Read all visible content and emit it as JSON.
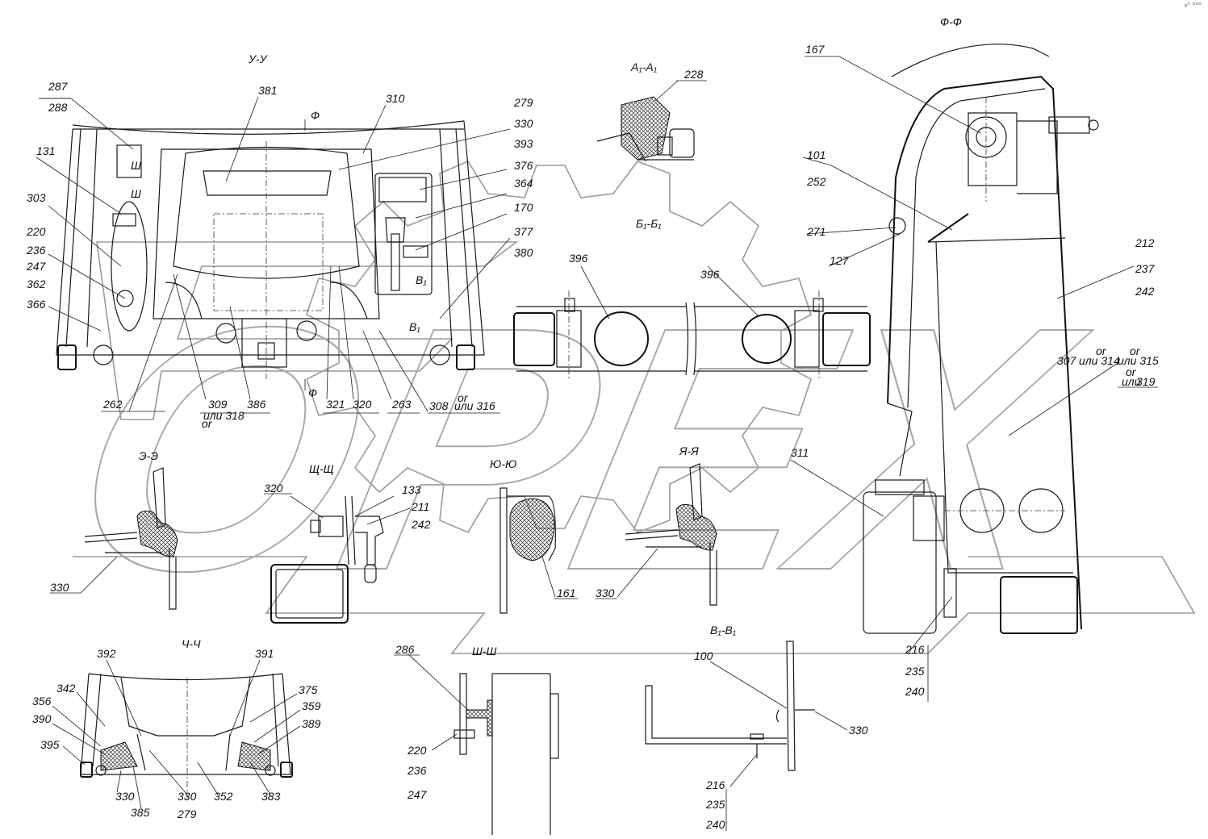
{
  "watermark": {
    "brand_text": "OPEX"
  },
  "corner_mark": "₆ⁿ ᵒᵒᵒ",
  "views": {
    "uu": "У-У",
    "aa1": "А₁-А₁",
    "bb1": "Б₁-Б₁",
    "ff": "Ф-Ф",
    "ee": "Э-Э",
    "shsh1": "Щ-Щ",
    "yuyu": "Ю-Ю",
    "yaya": "Я-Я",
    "chch": "Ч-Ч",
    "shsh2": "Ш-Ш",
    "vv1": "В₁-В₁"
  },
  "marks": {
    "phi_top": "Ф",
    "phi_bottom": "Ф",
    "b1_upper": "В₁",
    "b1_lower": "В₁",
    "sh1": "Ш",
    "sh2": "Ш"
  },
  "labels": {
    "l287": "287",
    "l288": "288",
    "l131": "131",
    "l303": "303",
    "l220a": "220",
    "l236a": "236",
    "l247a": "247",
    "l362": "362",
    "l366": "366",
    "l381": "381",
    "l310": "310",
    "l279a": "279",
    "l330a": "330",
    "l393": "393",
    "l376": "376",
    "l364": "364",
    "l170": "170",
    "l377": "377",
    "l380": "380",
    "l262": "262",
    "l309": "309",
    "l309b": "или 318",
    "l309c": "or",
    "l386": "386",
    "l321": "321",
    "l320a": "320",
    "l263": "263",
    "l308": "308",
    "l308b": "или 316",
    "l308c": "or",
    "l228": "228",
    "l396a": "396",
    "l396b": "396",
    "l167": "167",
    "l101": "101",
    "l252": "252",
    "l271": "271",
    "l127": "127",
    "l212": "212",
    "l237": "237",
    "l242a": "242",
    "l307": "307",
    "l307b": "или 314",
    "l307c": "или 315",
    "l307d": "or",
    "l307e": "or",
    "l319": "319",
    "l319b": "или",
    "l319c": "or",
    "l311": "311",
    "l216a": "216",
    "l235a": "235",
    "l240a": "240",
    "l330b": "330",
    "l320b": "320",
    "l133": "133",
    "l211": "211",
    "l242b": "242",
    "l161": "161",
    "l330c": "330",
    "l392": "392",
    "l391": "391",
    "l342": "342",
    "l356": "356",
    "l390": "390",
    "l395": "395",
    "l375": "375",
    "l359": "359",
    "l389": "389",
    "l330d": "330",
    "l385": "385",
    "l330e": "330",
    "l279b": "279",
    "l352": "352",
    "l383": "383",
    "l286": "286",
    "l220b": "220",
    "l236b": "236",
    "l247b": "247",
    "l100": "100",
    "l330f": "330",
    "l216b": "216",
    "l235b": "235",
    "l240b": "240"
  }
}
